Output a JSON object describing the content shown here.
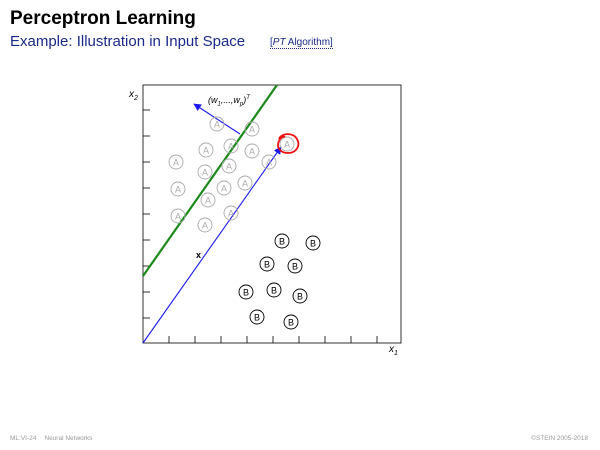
{
  "header": {
    "title": "Perceptron Learning",
    "subtitle": "Example: Illustration in Input Space",
    "algorithm_link_pt": "PT",
    "algorithm_link_rest": " Algorithm"
  },
  "diagram": {
    "x_axis_label": "x",
    "x_axis_sub": "1",
    "y_axis_label": "x",
    "y_axis_sub": "2",
    "weight_vector_label": {
      "open": "(w",
      "sub1": "1",
      "mid": ",...,w",
      "subp": "p",
      "close": ")",
      "sup": "T"
    },
    "point_x_label": "x",
    "class_a_symbol": "A",
    "class_b_symbol": "B",
    "colors": {
      "separator": "#1a8a1a",
      "vector": "#1a1aee",
      "highlight": "#ee1111",
      "class_a": "#aaaaaa",
      "class_b": "#000000"
    },
    "highlighted_class": "A"
  },
  "footer": {
    "left_code": "ML:VI-24",
    "left_topic": "Neural Networks",
    "right": "©STEIN 2005-2018"
  }
}
